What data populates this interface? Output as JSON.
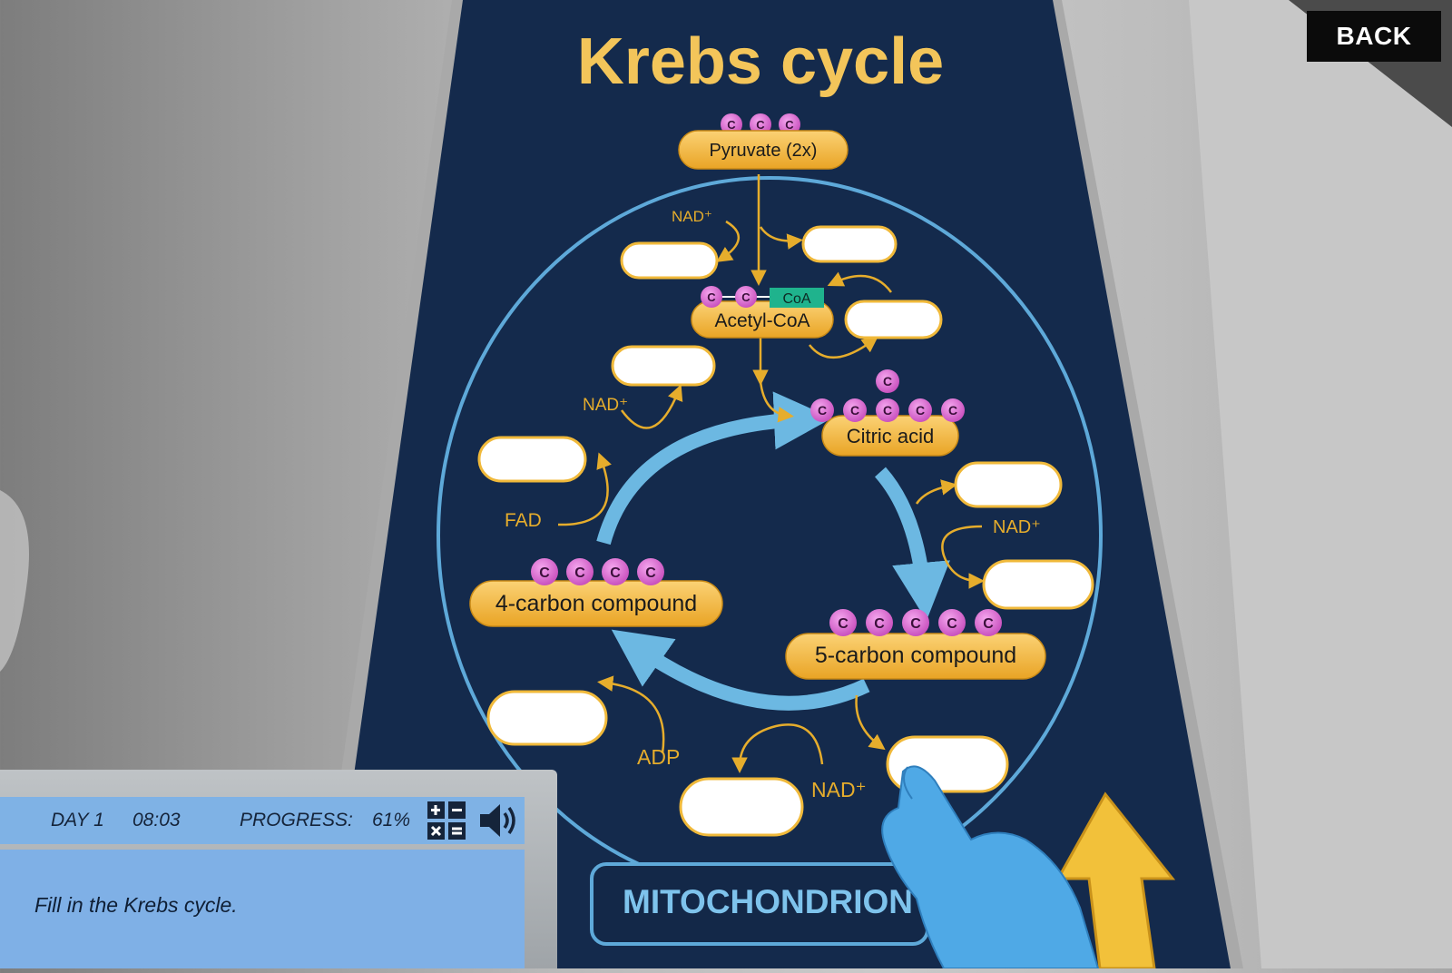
{
  "poster": {
    "title": "Krebs cycle",
    "footer_label": "MITOCHONDRION"
  },
  "molecules": {
    "pyruvate": {
      "label": "Pyruvate (2x)",
      "atoms": [
        "C",
        "C",
        "C"
      ]
    },
    "acetyl_coa": {
      "label": "Acetyl-CoA",
      "atoms": [
        "C",
        "C"
      ],
      "tag": "CoA"
    },
    "citric_acid": {
      "label": "Citric acid",
      "atoms_top": [
        "C"
      ],
      "atoms": [
        "C",
        "C",
        "C",
        "C",
        "C"
      ]
    },
    "five_carbon": {
      "label": "5-carbon compound",
      "atoms": [
        "C",
        "C",
        "C",
        "C",
        "C"
      ]
    },
    "four_carbon": {
      "label": "4-carbon compound",
      "atoms": [
        "C",
        "C",
        "C",
        "C"
      ]
    }
  },
  "inputs": {
    "nad_1": "NAD⁺",
    "nad_2": "NAD⁺",
    "nad_3": "NAD⁺",
    "nad_4": "NAD⁺",
    "fad": "FAD",
    "adp": "ADP"
  },
  "hud": {
    "back_label": "BACK",
    "day": "DAY 1",
    "time": "08:03",
    "progress_label": "PROGRESS:",
    "progress_value": "61%",
    "progress_fraction": 0.61,
    "task": "Fill in the Krebs cycle.",
    "calculator_icon": "calculator-icon",
    "sound_icon": "speaker-icon"
  },
  "colors": {
    "poster_bg": "#12284a",
    "title": "#f3c55a",
    "pill": "#f4b73a",
    "atom": "#d95ccf",
    "cycle": "#6cb8e2",
    "arrow": "#e6ad2c",
    "coa": "#1fb38d",
    "hand": "#4fa9e6"
  }
}
